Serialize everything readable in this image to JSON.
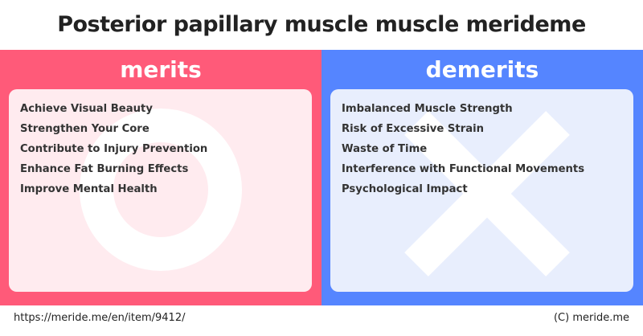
{
  "title": "Posterior papillary muscle muscle merideme",
  "colors": {
    "merits_accent": "#ff5a79",
    "merits_box": "#ffebef",
    "demerits_accent": "#5585ff",
    "demerits_box": "#e8eefd"
  },
  "merits": {
    "heading": "merits",
    "symbol": "circle-icon",
    "items": [
      "Achieve Visual Beauty",
      "Strengthen Your Core",
      "Contribute to Injury Prevention",
      "Enhance Fat Burning Effects",
      "Improve Mental Health"
    ]
  },
  "demerits": {
    "heading": "demerits",
    "symbol": "cross-icon",
    "items": [
      "Imbalanced Muscle Strength",
      "Risk of Excessive Strain",
      "Waste of Time",
      "Interference with Functional Movements",
      "Psychological Impact"
    ]
  },
  "footer": {
    "url": "https://meride.me/en/item/9412/",
    "copyright": "(C) meride.me"
  }
}
